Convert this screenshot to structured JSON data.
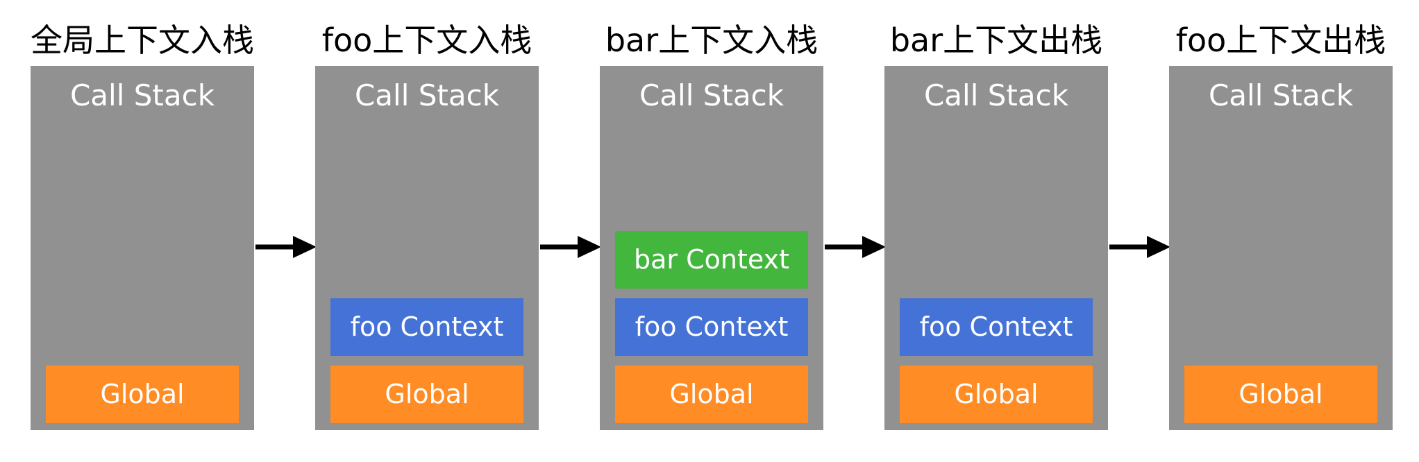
{
  "colors": {
    "stack_bg": "#919191",
    "global": "#FF8C24",
    "foo": "#4472D6",
    "bar": "#43B63E",
    "arrow": "#000000",
    "label": "#FFFFFF"
  },
  "steps": [
    {
      "title": "全局上下文入栈",
      "stack_label": "Call Stack",
      "frames": [
        "Global"
      ]
    },
    {
      "title": "foo上下文入栈",
      "stack_label": "Call Stack",
      "frames": [
        "Global",
        "foo Context"
      ]
    },
    {
      "title": "bar上下文入栈",
      "stack_label": "Call Stack",
      "frames": [
        "Global",
        "foo Context",
        "bar Context"
      ]
    },
    {
      "title": "bar上下文出栈",
      "stack_label": "Call Stack",
      "frames": [
        "Global",
        "foo Context"
      ]
    },
    {
      "title": "foo上下文出栈",
      "stack_label": "Call Stack",
      "frames": [
        "Global"
      ]
    }
  ]
}
